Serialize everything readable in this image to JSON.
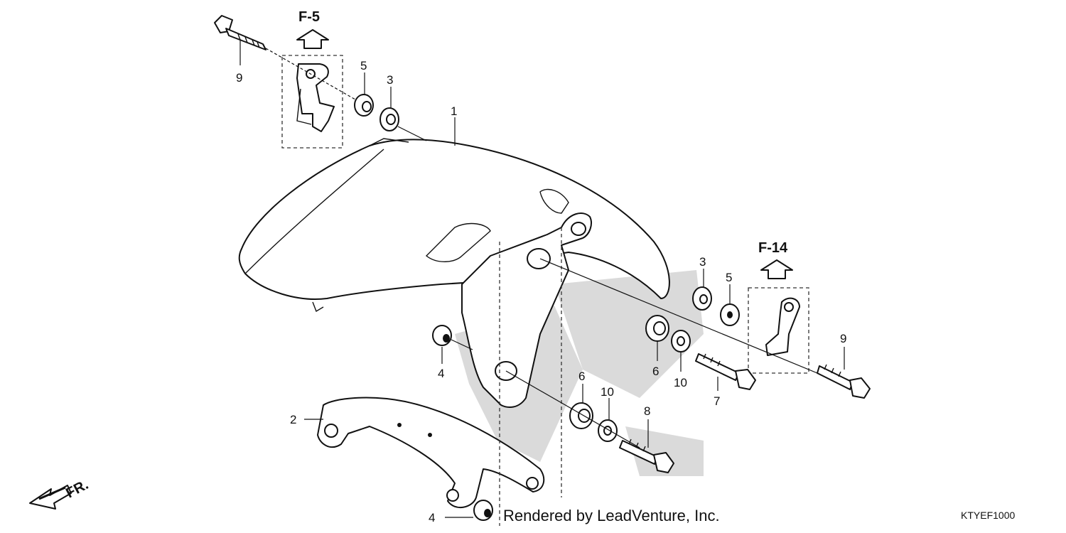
{
  "callouts": [
    {
      "id": "c1",
      "label": "1"
    },
    {
      "id": "c2",
      "label": "2"
    },
    {
      "id": "c3a",
      "label": "3"
    },
    {
      "id": "c3b",
      "label": "3"
    },
    {
      "id": "c4a",
      "label": "4"
    },
    {
      "id": "c4b",
      "label": "4"
    },
    {
      "id": "c5a",
      "label": "5"
    },
    {
      "id": "c5b",
      "label": "5"
    },
    {
      "id": "c6a",
      "label": "6"
    },
    {
      "id": "c6b",
      "label": "6"
    },
    {
      "id": "c7",
      "label": "7"
    },
    {
      "id": "c8",
      "label": "8"
    },
    {
      "id": "c9a",
      "label": "9"
    },
    {
      "id": "c9b",
      "label": "9"
    },
    {
      "id": "c10a",
      "label": "10"
    },
    {
      "id": "c10b",
      "label": "10"
    }
  ],
  "references": {
    "top": "F-5",
    "right": "F-14"
  },
  "direction_label": "FR.",
  "watermark_text": "Rendered by LeadVenture, Inc.",
  "diagram_code": "KTYEF1000",
  "watermark_color": "#d6d6d6",
  "line_color": "#111111"
}
